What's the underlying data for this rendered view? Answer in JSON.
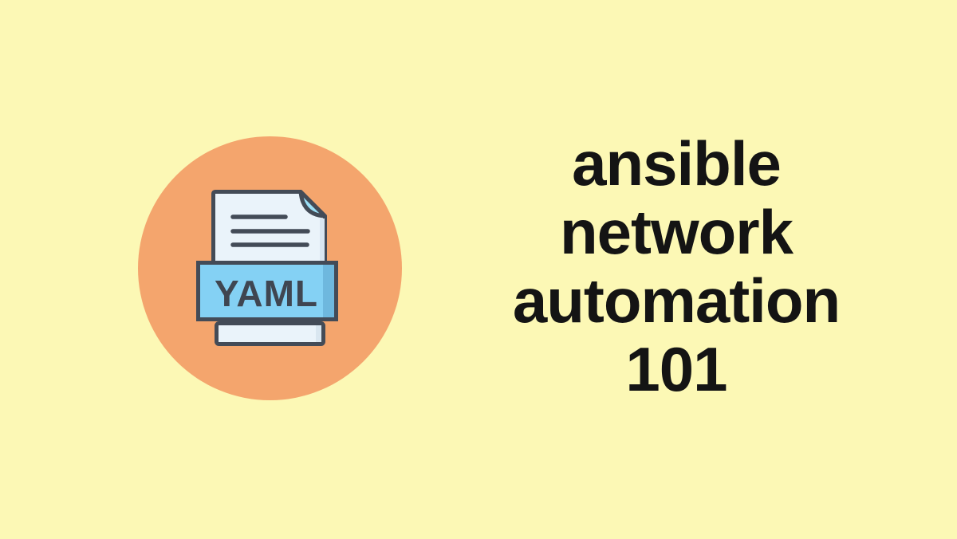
{
  "page": {
    "background_color": "#FCF8B5"
  },
  "icon": {
    "name": "yaml-file-icon",
    "label": "YAML",
    "circle_color": "#F4A56D",
    "paper_color": "#EAF3FA",
    "paper_shade_color": "#D9E6F0",
    "outline_color": "#434B57",
    "banner_color": "#84D1F4",
    "banner_shade_color": "#6EB8DE",
    "fold_color": "#9BDFF6"
  },
  "title": {
    "color": "#141414",
    "lines": [
      "ansible",
      "network",
      "automation",
      "101"
    ]
  }
}
